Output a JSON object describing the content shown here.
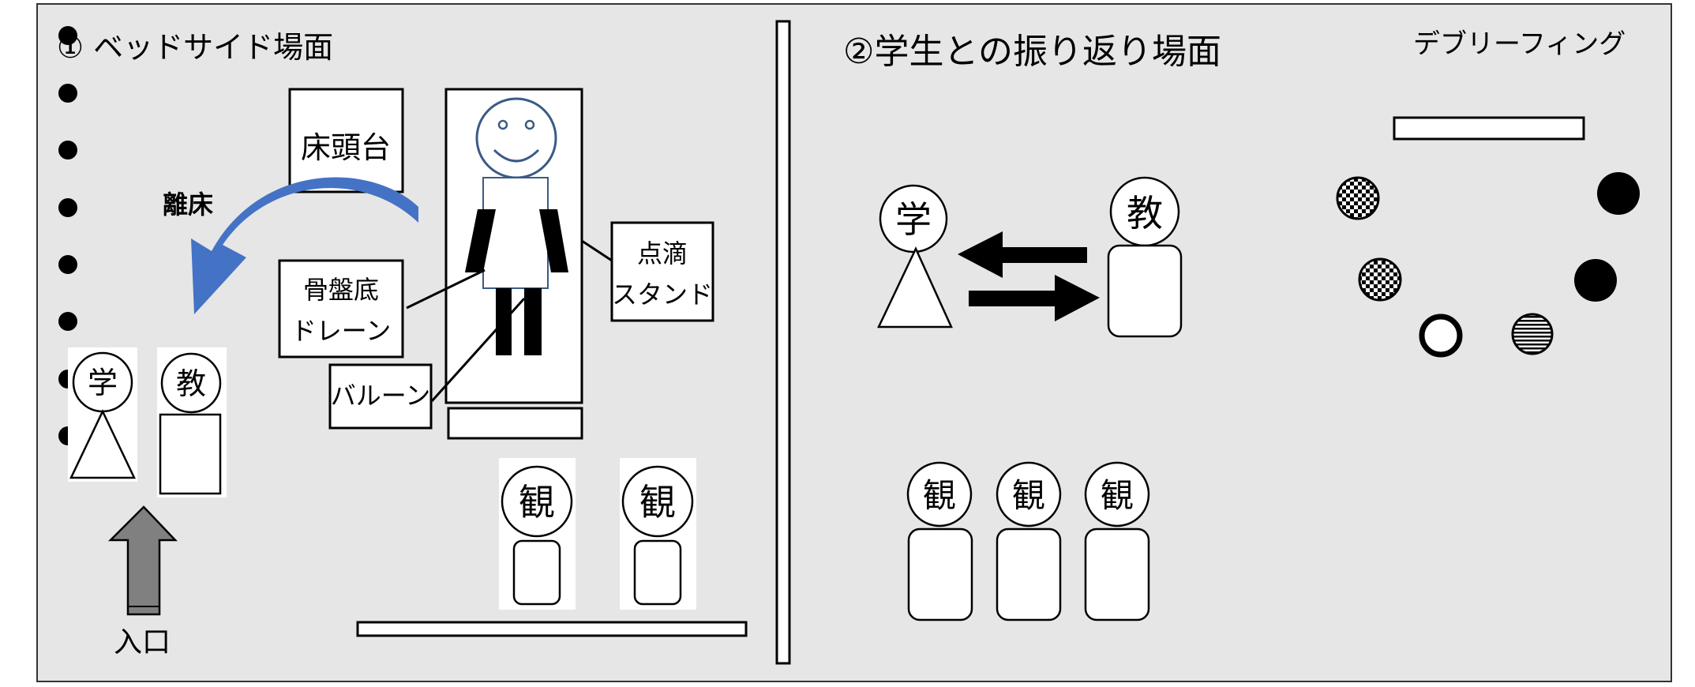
{
  "scene1": {
    "title": "① ベッドサイド場面",
    "bedside_table": "床頭台",
    "action_label": "離床",
    "drain_line1": "骨盤底",
    "drain_line2": "ドレーン",
    "balloon": "バルーン",
    "iv_line1": "点滴",
    "iv_line2": "スタンド",
    "student": "学",
    "teacher": "教",
    "observer": "観",
    "entrance": "入口"
  },
  "scene2": {
    "title": "②学生との振り返り場面",
    "debriefing": "デブリーフィング",
    "student": "学",
    "teacher": "教",
    "observer": "観"
  },
  "colors": {
    "background": "#e6e6e6",
    "arrow_blue": "#4472c4",
    "patient_outline": "#3b5a86",
    "entrance_arrow": "#808080"
  },
  "icons": [
    "smiley-face-icon",
    "curved-arrow-icon",
    "up-arrow-icon",
    "exchange-arrows-icon",
    "checkered-circle-icon",
    "striped-circle-icon",
    "ring-icon",
    "dot-icon"
  ]
}
